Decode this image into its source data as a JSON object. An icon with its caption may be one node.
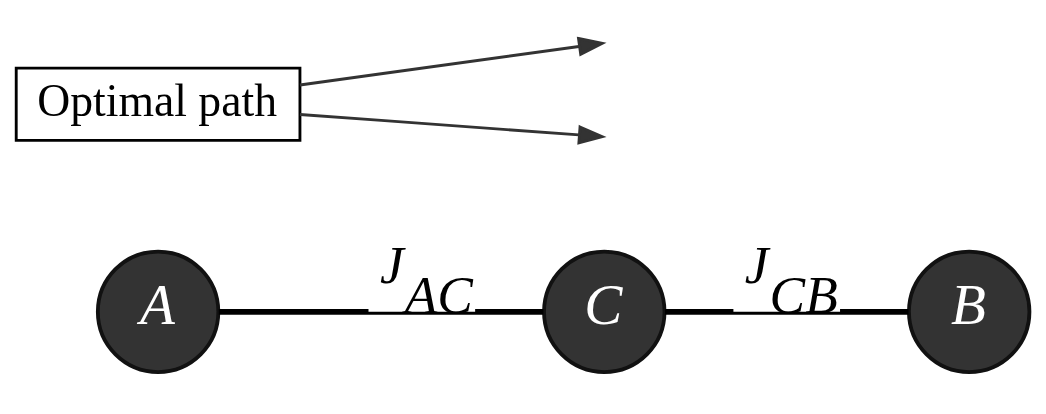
{
  "diagram": {
    "nodes": [
      {
        "text": [
          "A"
        ]
      },
      {
        "text": [
          "C"
        ]
      },
      {
        "text": [
          "B"
        ]
      },
      {
        "text": [
          "Optimal path"
        ]
      }
    ],
    "edges": [
      {
        "from": 0,
        "to": 1,
        "arrow": "none",
        "style": "thick",
        "label": "J$_{AC}$"
      },
      {
        "from": 1,
        "to": 2,
        "arrow": "none",
        "style": "thick",
        "label": "J$_{CB}$"
      },
      {
        "from": 3,
        "to": null,
        "arrow": "to"
      },
      {
        "from": 3,
        "to": null,
        "arrow": "to"
      }
    ]
  }
}
